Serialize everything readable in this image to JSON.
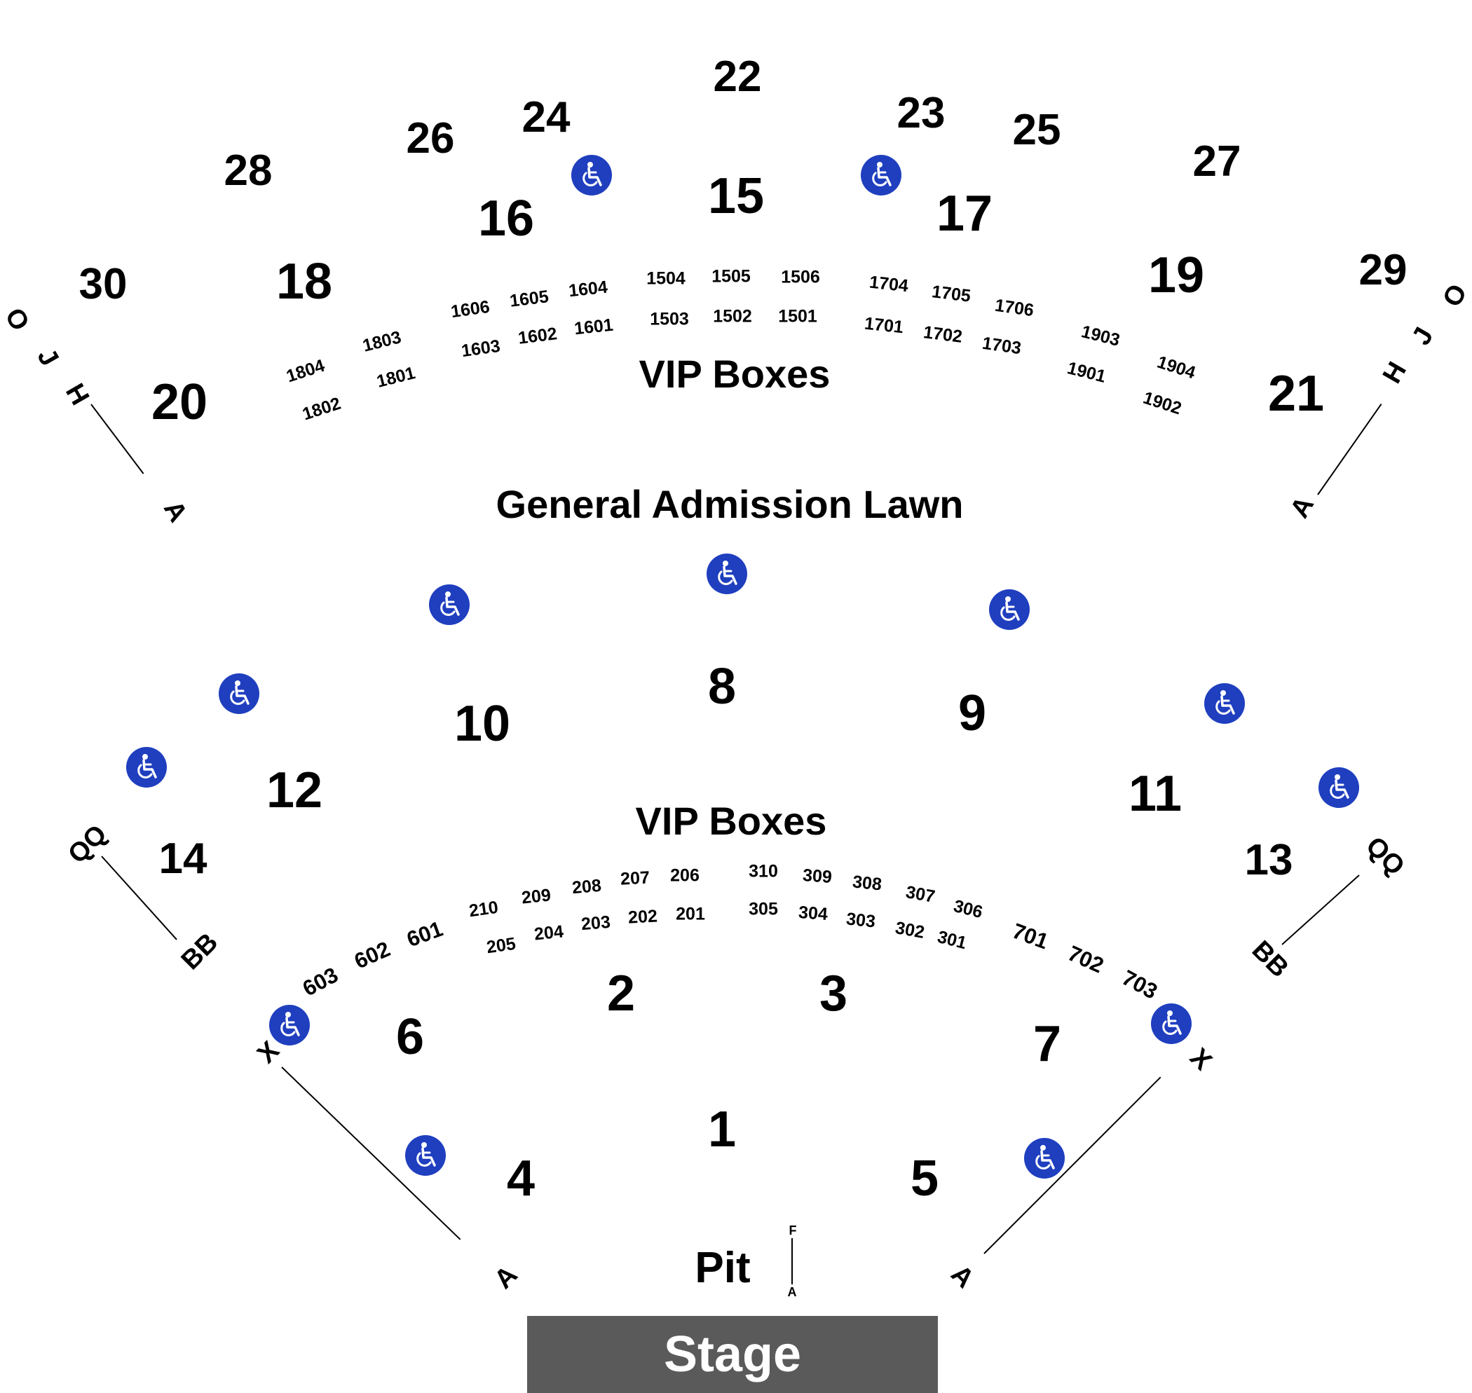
{
  "stage": {
    "label": "Stage"
  },
  "pit": {
    "label": "Pit",
    "row_top": "F",
    "row_bottom": "A"
  },
  "areas": {
    "lawn": "General Admission Lawn",
    "vip_upper": "VIP Boxes",
    "vip_lower": "VIP Boxes"
  },
  "sections": {
    "s1": "1",
    "s2": "2",
    "s3": "3",
    "s4": "4",
    "s5": "5",
    "s6": "6",
    "s7": "7",
    "s8": "8",
    "s9": "9",
    "s10": "10",
    "s11": "11",
    "s12": "12",
    "s13": "13",
    "s14": "14",
    "s15": "15",
    "s16": "16",
    "s17": "17",
    "s18": "18",
    "s19": "19",
    "s20": "20",
    "s21": "21",
    "s22": "22",
    "s23": "23",
    "s24": "24",
    "s25": "25",
    "s26": "26",
    "s27": "27",
    "s28": "28",
    "s29": "29",
    "s30": "30"
  },
  "boxes_upper": {
    "b1504": "1504",
    "b1505": "1505",
    "b1506": "1506",
    "b1503": "1503",
    "b1502": "1502",
    "b1501": "1501",
    "b1606": "1606",
    "b1605": "1605",
    "b1604": "1604",
    "b1603": "1603",
    "b1602": "1602",
    "b1601": "1601",
    "b1704": "1704",
    "b1705": "1705",
    "b1706": "1706",
    "b1701": "1701",
    "b1702": "1702",
    "b1703": "1703",
    "b1803": "1803",
    "b1804": "1804",
    "b1801": "1801",
    "b1802": "1802",
    "b1903": "1903",
    "b1904": "1904",
    "b1901": "1901",
    "b1902": "1902"
  },
  "boxes_lower": {
    "b210": "210",
    "b209": "209",
    "b208": "208",
    "b207": "207",
    "b206": "206",
    "b205": "205",
    "b204": "204",
    "b203": "203",
    "b202": "202",
    "b201": "201",
    "b310": "310",
    "b309": "309",
    "b308": "308",
    "b307": "307",
    "b306": "306",
    "b305": "305",
    "b304": "304",
    "b303": "303",
    "b302": "302",
    "b301": "301",
    "b601": "601",
    "b602": "602",
    "b603": "603",
    "b701": "701",
    "b702": "702",
    "b703": "703"
  },
  "rows": {
    "left_upper_o": "O",
    "left_upper_j": "J",
    "left_upper_h": "H",
    "left_upper_a": "A",
    "right_upper_o": "O",
    "right_upper_j": "J",
    "right_upper_h": "H",
    "right_upper_a": "A",
    "left_mid_qq": "QQ",
    "left_mid_bb": "BB",
    "right_mid_qq": "QQ",
    "right_mid_bb": "BB",
    "left_lower_x": "X",
    "left_lower_a": "A",
    "right_lower_x": "X",
    "right_lower_a": "A"
  },
  "accessible_icon": "wheelchair-icon",
  "colors": {
    "accessible": "#1f3fbf",
    "stage": "#5a5a5a"
  }
}
